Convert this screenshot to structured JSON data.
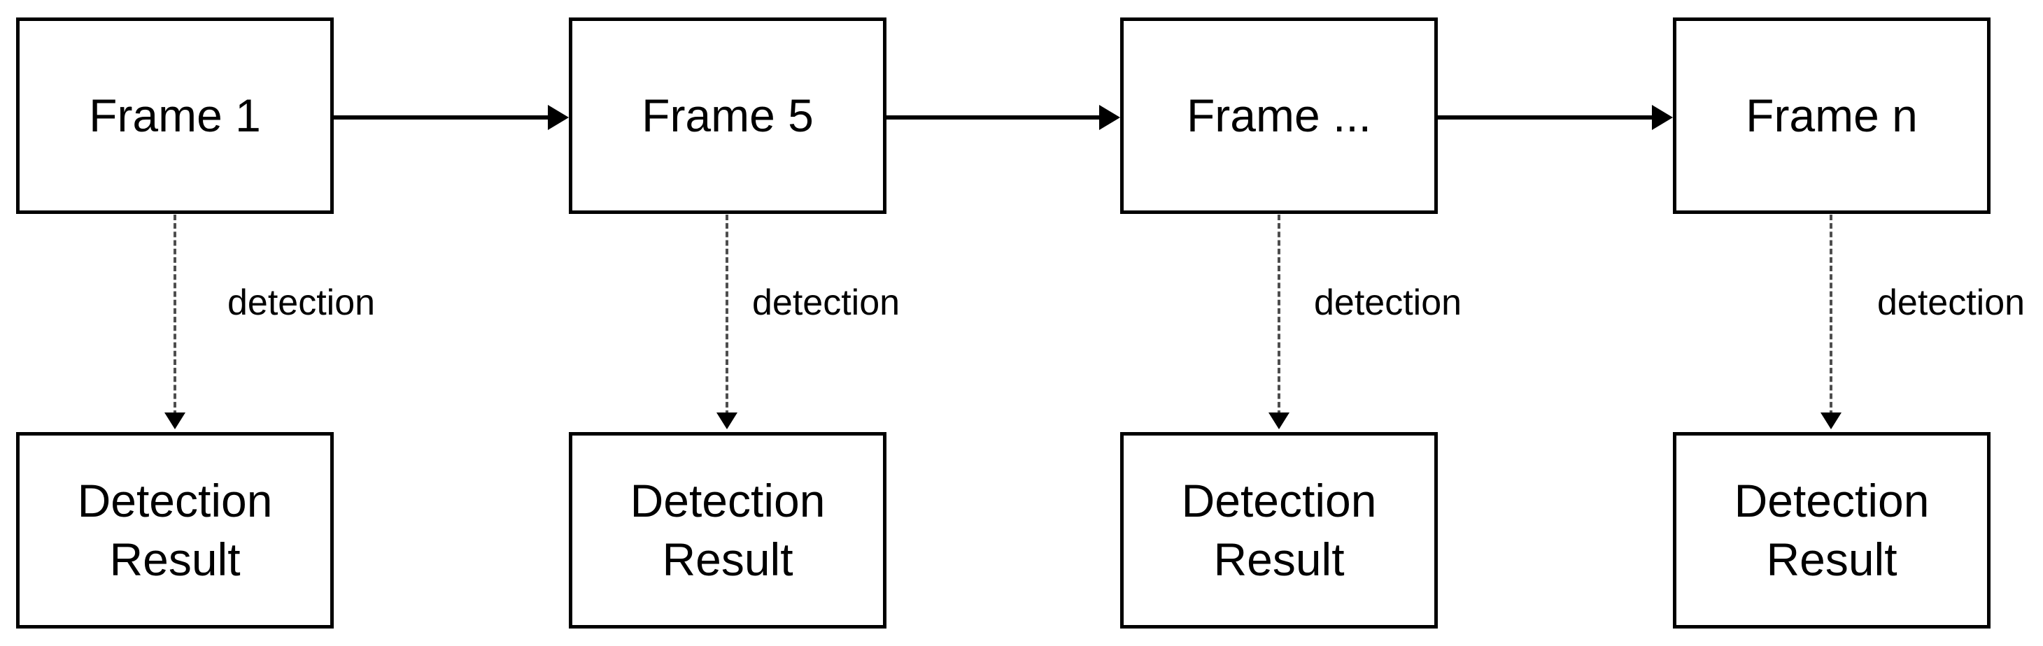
{
  "diagram": {
    "background": "#ffffff",
    "colors": {
      "box_border": "#000000",
      "text": "#000000",
      "arrow": "#000000",
      "dashed_line": "#4d4d4d"
    },
    "columns": [
      {
        "frame_label": "Frame 1",
        "edge_label": "detection",
        "result_lines": [
          "Detection",
          "Result"
        ]
      },
      {
        "frame_label": "Frame 5",
        "edge_label": "detection",
        "result_lines": [
          "Detection",
          "Result"
        ]
      },
      {
        "frame_label": "Frame ...",
        "edge_label": "detection",
        "result_lines": [
          "Detection",
          "Result"
        ]
      },
      {
        "frame_label": "Frame n",
        "edge_label": "detection",
        "result_lines": [
          "Detection",
          "Result"
        ]
      }
    ]
  }
}
